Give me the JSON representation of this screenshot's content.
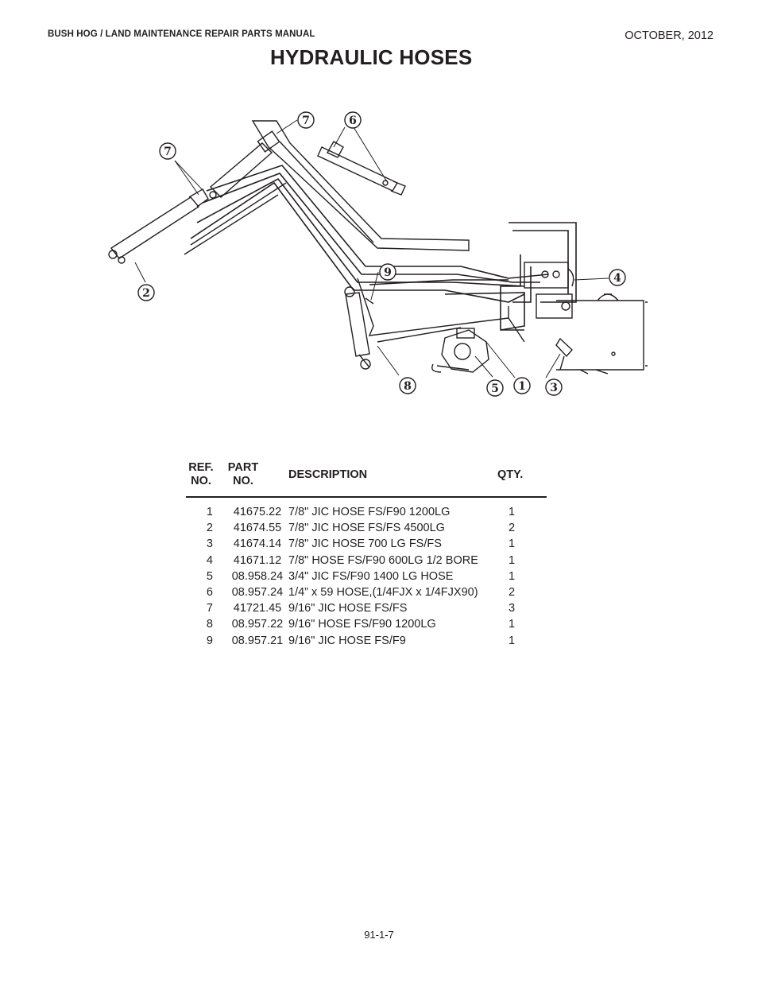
{
  "header": {
    "left": "BUSH HOG / LAND MAINTENANCE REPAIR PARTS MANUAL",
    "right": "OCTOBER, 2012"
  },
  "title": "HYDRAULIC HOSES",
  "diagram": {
    "callouts": [
      "7",
      "6",
      "7",
      "2",
      "9",
      "4",
      "8",
      "5",
      "1",
      "3"
    ]
  },
  "table": {
    "headers": {
      "ref": [
        "REF.",
        "NO."
      ],
      "part": [
        "PART",
        "NO."
      ],
      "description": "DESCRIPTION",
      "qty": "QTY."
    },
    "rows": [
      {
        "ref": "1",
        "part": "41675.22",
        "description": "7/8\" JIC HOSE FS/F90 1200LG",
        "qty": "1"
      },
      {
        "ref": "2",
        "part": "41674.55",
        "description": "7/8\" JIC HOSE FS/FS 4500LG",
        "qty": "2"
      },
      {
        "ref": "3",
        "part": "41674.14",
        "description": "7/8\" JIC HOSE 700 LG FS/FS",
        "qty": "1"
      },
      {
        "ref": "4",
        "part": "41671.12",
        "description": "7/8\" HOSE FS/F90 600LG 1/2 BORE",
        "qty": "1"
      },
      {
        "ref": "5",
        "part": "08.958.24",
        "description": "3/4\" JIC FS/F90 1400 LG HOSE",
        "qty": "1"
      },
      {
        "ref": "6",
        "part": "08.957.24",
        "description": "1/4” x 59 HOSE,(1/4FJX x 1/4FJX90)",
        "qty": "2"
      },
      {
        "ref": "7",
        "part": "41721.45",
        "description": "9/16\" JIC HOSE FS/FS",
        "qty": "3"
      },
      {
        "ref": "8",
        "part": "08.957.22",
        "description": "9/16\" HOSE FS/F90 1200LG",
        "qty": "1"
      },
      {
        "ref": "9",
        "part": "08.957.21",
        "description": "9/16\" JIC HOSE FS/F9",
        "qty": "1"
      }
    ]
  },
  "footer": "91-1-7"
}
